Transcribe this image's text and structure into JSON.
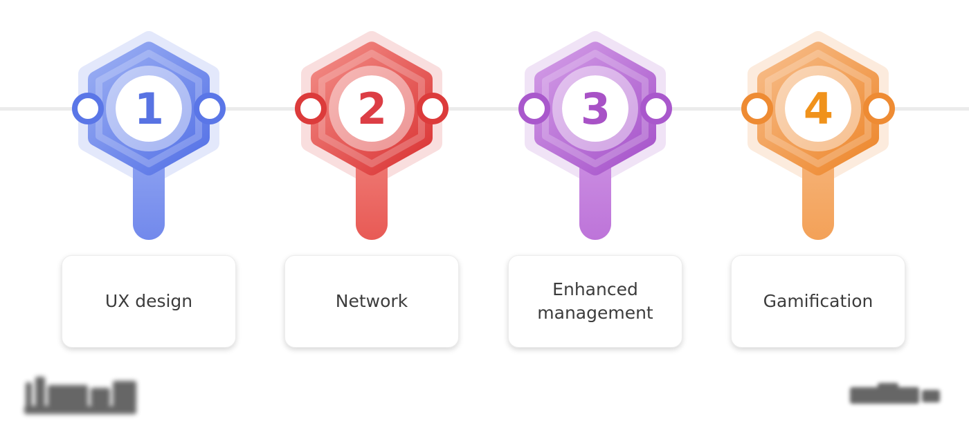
{
  "page": {
    "background": "#ffffff"
  },
  "timeline": {
    "line_color": "#ebebeb",
    "step_count": 4
  },
  "steps": [
    {
      "number": "1",
      "label": "UX design",
      "colors": {
        "light": "#9AAEF3",
        "mid": "#7289EC",
        "deep": "#5A76E7",
        "number": "#5873E3"
      }
    },
    {
      "number": "2",
      "label": "Network",
      "colors": {
        "light": "#F28B85",
        "mid": "#E85A55",
        "deep": "#DC3B3B",
        "number": "#DC3E45"
      }
    },
    {
      "number": "3",
      "label": "Enhanced management",
      "colors": {
        "light": "#D29BE6",
        "mid": "#BD74D9",
        "deep": "#A958CC",
        "number": "#A852C6"
      }
    },
    {
      "number": "4",
      "label": "Gamification",
      "colors": {
        "light": "#F7BC88",
        "mid": "#F3A158",
        "deep": "#EE8B33",
        "number": "#F0921B"
      }
    }
  ],
  "watermarks": {
    "bottom_left": "blurred-illegible-logo",
    "bottom_right": "blurred-illegible-logo"
  }
}
